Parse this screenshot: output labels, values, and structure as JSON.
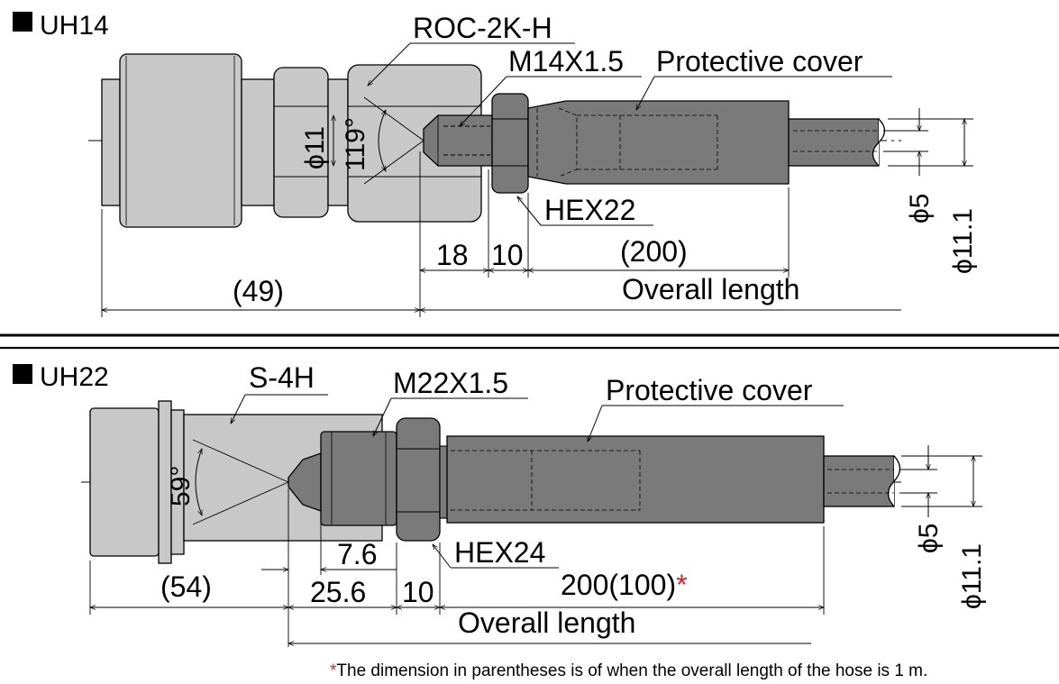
{
  "uh14": {
    "title": "UH14",
    "coupler_label": "ROC-2K-H",
    "thread_label": "M14X1.5",
    "cover_label": "Protective cover",
    "bore_dia": "ϕ11",
    "angle": "119°",
    "hex_label": "HEX22",
    "dim_18": "18",
    "dim_10": "10",
    "dim_200": "(200)",
    "dim_49": "(49)",
    "overall": "Overall length",
    "dia_5": "ϕ5",
    "dia_11_1": "ϕ11.1"
  },
  "uh22": {
    "title": "UH22",
    "coupler_label": "S-4H",
    "thread_label": "M22X1.5",
    "cover_label": "Protective cover",
    "angle": "59°",
    "hex_label": "HEX24",
    "dim_7_6": "7.6",
    "dim_25_6": "25.6",
    "dim_10": "10",
    "dim_200_text": "200(100)",
    "dim_star": "*",
    "dim_54": "(54)",
    "overall": "Overall length",
    "dia_5": "ϕ5",
    "dia_11_1": "ϕ11.1"
  },
  "footnote": {
    "star": "*",
    "text": "The dimension in parentheses is of when the overall length of the hose is 1 m."
  },
  "colors": {
    "body_light": "#c8c8c8",
    "body_dark": "#7a7a7a",
    "line": "#000000",
    "accent_red": "#e0202a"
  }
}
